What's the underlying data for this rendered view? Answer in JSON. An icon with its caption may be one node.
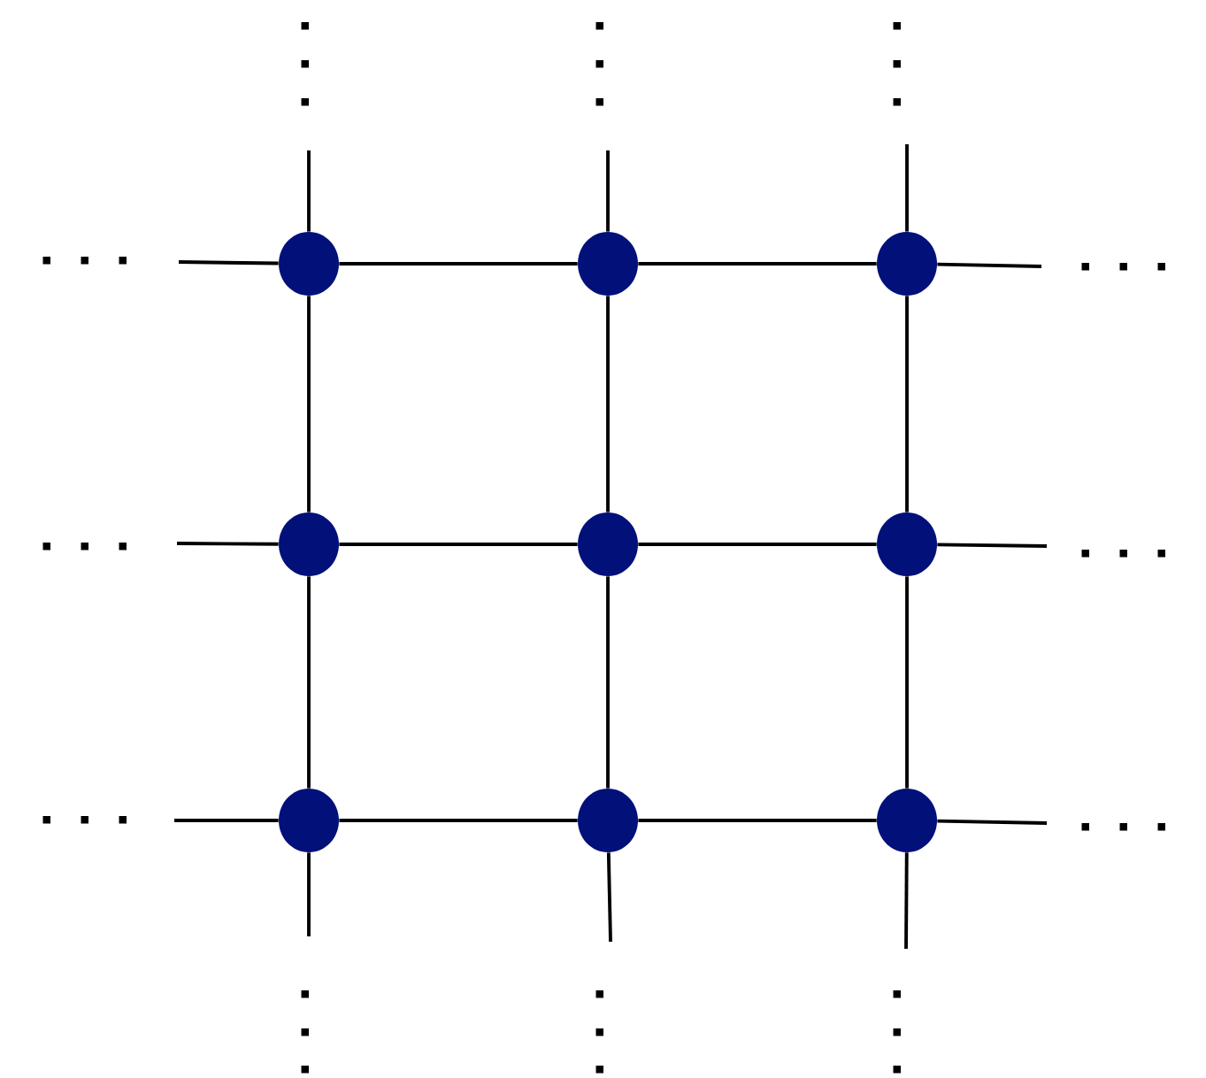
{
  "diagram": {
    "nodes": [
      {
        "text": [],
        "shape": "circle"
      },
      {
        "text": [],
        "shape": "circle"
      },
      {
        "text": [],
        "shape": "circle"
      },
      {
        "text": [],
        "shape": "circle"
      },
      {
        "text": [],
        "shape": "circle"
      },
      {
        "text": [],
        "shape": "circle"
      },
      {
        "text": [],
        "shape": "circle"
      },
      {
        "text": [],
        "shape": "circle"
      },
      {
        "text": [],
        "shape": "circle"
      }
    ],
    "edges": [
      {
        "from": 0,
        "to": 1,
        "arrow": "none"
      },
      {
        "from": 1,
        "to": 2,
        "arrow": "none"
      },
      {
        "from": 3,
        "to": 4,
        "arrow": "none"
      },
      {
        "from": 4,
        "to": 5,
        "arrow": "none"
      },
      {
        "from": 6,
        "to": 7,
        "arrow": "none"
      },
      {
        "from": 7,
        "to": 8,
        "arrow": "none"
      },
      {
        "from": 0,
        "to": 3,
        "arrow": "none"
      },
      {
        "from": 3,
        "to": 6,
        "arrow": "none"
      },
      {
        "from": 1,
        "to": 4,
        "arrow": "none"
      },
      {
        "from": 4,
        "to": 7,
        "arrow": "none"
      },
      {
        "from": 2,
        "to": 5,
        "arrow": "none"
      },
      {
        "from": 5,
        "to": 8,
        "arrow": "none"
      },
      {
        "from": 0,
        "to": null,
        "arrow": "none"
      },
      {
        "from": 1,
        "to": null,
        "arrow": "none"
      },
      {
        "from": 2,
        "to": null,
        "arrow": "none"
      },
      {
        "from": 0,
        "to": null,
        "arrow": "none"
      },
      {
        "from": 3,
        "to": null,
        "arrow": "none"
      },
      {
        "from": 6,
        "to": null,
        "arrow": "none"
      },
      {
        "from": 2,
        "to": null,
        "arrow": "none"
      },
      {
        "from": 5,
        "to": null,
        "arrow": "none"
      },
      {
        "from": 8,
        "to": null,
        "arrow": "none"
      },
      {
        "from": 6,
        "to": null,
        "arrow": "none"
      },
      {
        "from": 7,
        "to": null,
        "arrow": "none"
      },
      {
        "from": 8,
        "to": null,
        "arrow": "none"
      }
    ]
  }
}
